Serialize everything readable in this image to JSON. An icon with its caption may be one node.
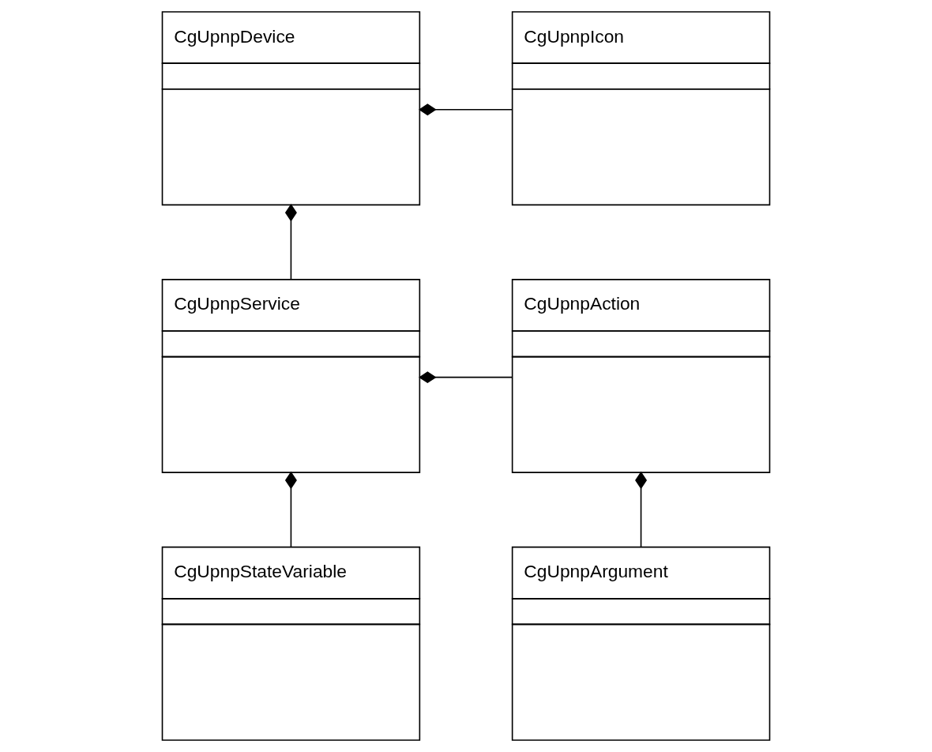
{
  "diagram": {
    "nodes": [
      {
        "text": [
          "CgUpnpDevice"
        ]
      },
      {
        "text": [
          "CgUpnpIcon"
        ]
      },
      {
        "text": [
          "CgUpnpService"
        ]
      },
      {
        "text": [
          "CgUpnpAction"
        ]
      },
      {
        "text": [
          "CgUpnpStateVariable"
        ]
      },
      {
        "text": [
          "CgUpnpArgument"
        ]
      }
    ],
    "edges": [
      {
        "from": 0,
        "to": 1,
        "arrow": "other"
      },
      {
        "from": 0,
        "to": 2,
        "arrow": "other"
      },
      {
        "from": 2,
        "to": 3,
        "arrow": "other"
      },
      {
        "from": 2,
        "to": 4,
        "arrow": "other"
      },
      {
        "from": 3,
        "to": 5,
        "arrow": "other"
      }
    ]
  }
}
